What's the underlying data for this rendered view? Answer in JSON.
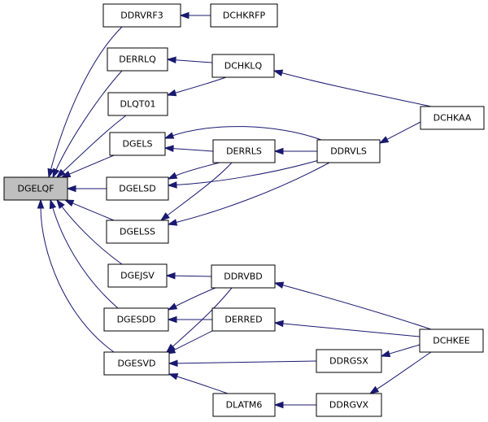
{
  "graph": {
    "nodes": [
      {
        "id": "DGELQF",
        "label": "DGELQF",
        "root": true
      },
      {
        "id": "DDRVRF3",
        "label": "DDRVRF3"
      },
      {
        "id": "DCHKRFP",
        "label": "DCHKRFP"
      },
      {
        "id": "DERRLQ",
        "label": "DERRLQ"
      },
      {
        "id": "DCHKLQ",
        "label": "DCHKLQ"
      },
      {
        "id": "DLQT01",
        "label": "DLQT01"
      },
      {
        "id": "DCHKAA",
        "label": "DCHKAA"
      },
      {
        "id": "DGELS",
        "label": "DGELS"
      },
      {
        "id": "DERRLS",
        "label": "DERRLS"
      },
      {
        "id": "DDRVLS",
        "label": "DDRVLS"
      },
      {
        "id": "DGELSD",
        "label": "DGELSD"
      },
      {
        "id": "DGELSS",
        "label": "DGELSS"
      },
      {
        "id": "DGEJSV",
        "label": "DGEJSV"
      },
      {
        "id": "DDRVBD",
        "label": "DDRVBD"
      },
      {
        "id": "DGESDD",
        "label": "DGESDD"
      },
      {
        "id": "DERRED",
        "label": "DERRED"
      },
      {
        "id": "DCHKEE",
        "label": "DCHKEE"
      },
      {
        "id": "DGESVD",
        "label": "DGESVD"
      },
      {
        "id": "DDRGSX",
        "label": "DDRGSX"
      },
      {
        "id": "DLATM6",
        "label": "DLATM6"
      },
      {
        "id": "DDRGVX",
        "label": "DDRGVX"
      }
    ],
    "edges": [
      {
        "from": "DCHKRFP",
        "to": "DDRVRF3"
      },
      {
        "from": "DDRVRF3",
        "to": "DGELQF"
      },
      {
        "from": "DERRLQ",
        "to": "DGELQF"
      },
      {
        "from": "DCHKLQ",
        "to": "DERRLQ"
      },
      {
        "from": "DCHKLQ",
        "to": "DLQT01"
      },
      {
        "from": "DCHKAA",
        "to": "DCHKLQ"
      },
      {
        "from": "DLQT01",
        "to": "DGELQF"
      },
      {
        "from": "DCHKAA",
        "to": "DDRVLS"
      },
      {
        "from": "DGELS",
        "to": "DGELQF"
      },
      {
        "from": "DERRLS",
        "to": "DGELS"
      },
      {
        "from": "DDRVLS",
        "to": "DGELS"
      },
      {
        "from": "DDRVLS",
        "to": "DERRLS"
      },
      {
        "from": "DGELSD",
        "to": "DGELQF"
      },
      {
        "from": "DERRLS",
        "to": "DGELSD"
      },
      {
        "from": "DDRVLS",
        "to": "DGELSD"
      },
      {
        "from": "DGELSS",
        "to": "DGELQF"
      },
      {
        "from": "DERRLS",
        "to": "DGELSS"
      },
      {
        "from": "DDRVLS",
        "to": "DGELSS"
      },
      {
        "from": "DGEJSV",
        "to": "DGELQF"
      },
      {
        "from": "DDRVBD",
        "to": "DGEJSV"
      },
      {
        "from": "DGESDD",
        "to": "DGELQF"
      },
      {
        "from": "DDRVBD",
        "to": "DGESDD"
      },
      {
        "from": "DERRED",
        "to": "DGESDD"
      },
      {
        "from": "DGESVD",
        "to": "DGELQF"
      },
      {
        "from": "DDRVBD",
        "to": "DGESVD"
      },
      {
        "from": "DERRED",
        "to": "DGESVD"
      },
      {
        "from": "DDRGSX",
        "to": "DGESVD"
      },
      {
        "from": "DLATM6",
        "to": "DGESVD"
      },
      {
        "from": "DCHKEE",
        "to": "DDRVBD"
      },
      {
        "from": "DCHKEE",
        "to": "DERRED"
      },
      {
        "from": "DCHKEE",
        "to": "DDRGSX"
      },
      {
        "from": "DCHKEE",
        "to": "DDRGVX"
      },
      {
        "from": "DDRGVX",
        "to": "DLATM6"
      }
    ]
  }
}
